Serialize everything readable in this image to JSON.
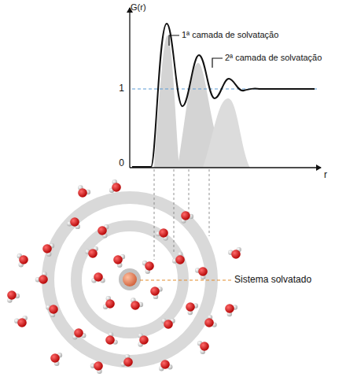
{
  "diagram": {
    "labels": [
      "G(r)",
      "1",
      "0",
      "r",
      "1ª camada de solvatação",
      "2ª camada de solvatação",
      "Sistema solvatado"
    ]
  }
}
